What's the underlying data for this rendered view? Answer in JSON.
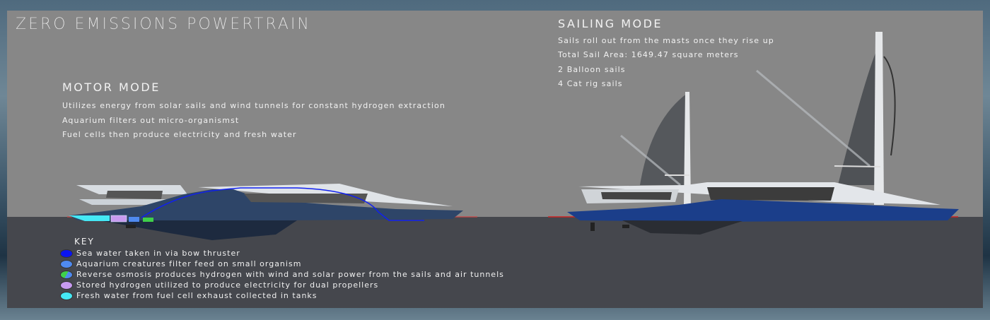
{
  "title": "ZERO EMISSIONS POWERTRAIN",
  "motor_mode": {
    "heading": "MOTOR MODE",
    "lines": [
      "Utilizes energy from solar sails and wind tunnels for constant hydrogen extraction",
      "Aquarium filters out micro-organismst",
      "Fuel cells then produce electricity and fresh water"
    ]
  },
  "sailing_mode": {
    "heading": "SAILING MODE",
    "lines": [
      "Sails roll out from the masts once they rise up",
      "Total Sail Area: 1649.47 square meters",
      "2 Balloon sails",
      "4 Cat rig sails"
    ]
  },
  "key": {
    "heading": "KEY",
    "items": [
      {
        "label": "Sea water taken in via bow thruster",
        "color": "#0a14f0"
      },
      {
        "label": "Aquarium creatures filter feed on small organism",
        "color": "#4f8af0"
      },
      {
        "label": "Reverse osmosis produces hydrogen with wind and solar power from the sails and air tunnels",
        "color": "#3fd04a",
        "color2": "#4f8af0"
      },
      {
        "label": "Stored hydrogen utilized to produce electricity for dual propellers",
        "color": "#c79af0"
      },
      {
        "label": "Fresh water from fuel cell exhaust collected in tanks",
        "color": "#45e8f5"
      }
    ]
  }
}
